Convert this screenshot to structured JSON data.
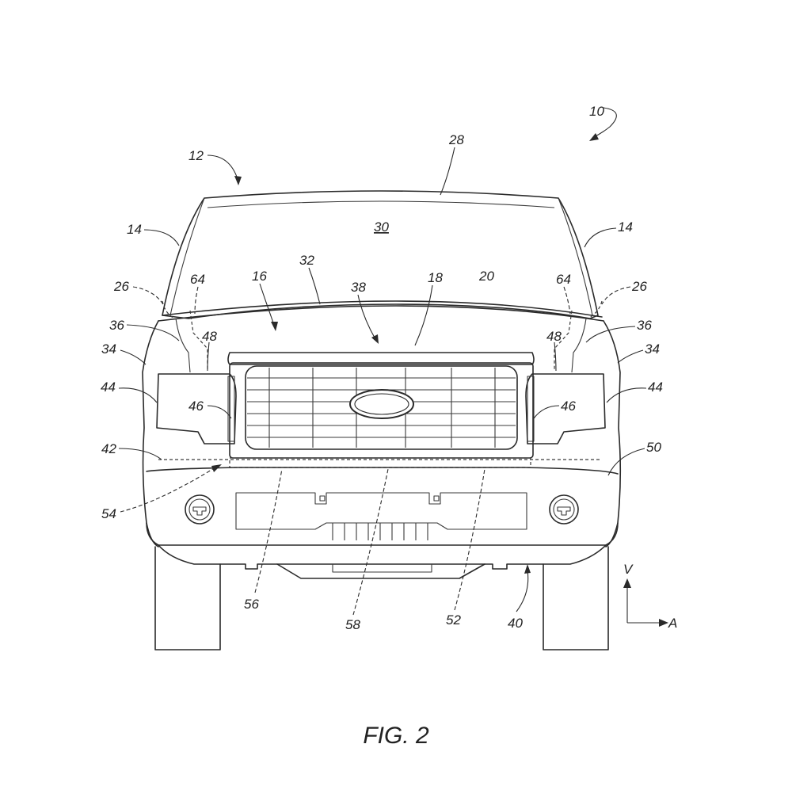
{
  "figure": {
    "caption": "FIG. 2",
    "reference_numerals": {
      "r10": "10",
      "r12": "12",
      "r28": "28",
      "r30": "30",
      "r14_left": "14",
      "r14_right": "14",
      "r32": "32",
      "r16": "16",
      "r38": "38",
      "r18": "18",
      "r20": "20",
      "r64_left": "64",
      "r64_right": "64",
      "r26_left": "26",
      "r26_right": "26",
      "r36_left": "36",
      "r36_right": "36",
      "r48_left": "48",
      "r48_right": "48",
      "r34_left": "34",
      "r34_right": "34",
      "r44_left": "44",
      "r44_right": "44",
      "r46_left": "46",
      "r46_right": "46",
      "r42": "42",
      "r50": "50",
      "r54": "54",
      "r56": "56",
      "r58": "58",
      "r52": "52",
      "r40": "40"
    },
    "axes": {
      "vertical": "V",
      "horizontal": "A"
    }
  }
}
